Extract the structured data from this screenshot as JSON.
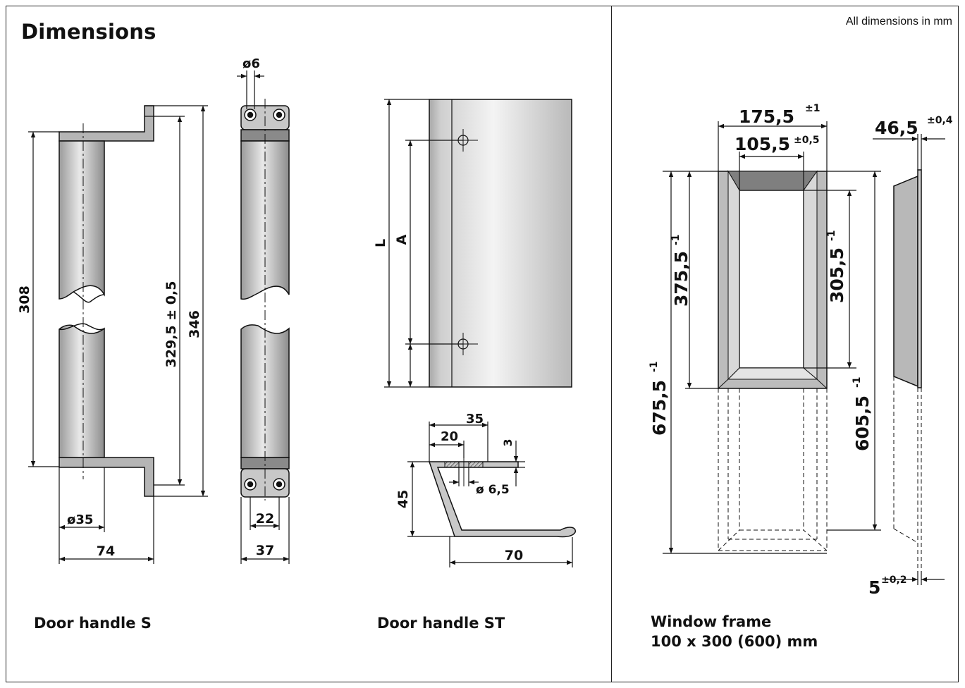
{
  "header": {
    "title": "Dimensions",
    "units_note": "All dimensions in mm"
  },
  "captions": {
    "handle_s": "Door handle S",
    "handle_st": "Door handle ST",
    "window_line1": "Window frame",
    "window_line2": "100 x 300 (600) mm"
  },
  "dims": {
    "d308": "308",
    "d3295": "329,5 ± 0,5",
    "d346": "346",
    "d35": "ø35",
    "d74": "74",
    "d6": "ø6",
    "d22": "22",
    "d37": "37",
    "L": "L",
    "A": "A",
    "st35": "35",
    "st20": "20",
    "st3": "3",
    "st45": "45",
    "st65": "ø 6,5",
    "st70": "70",
    "w1755": "175,5",
    "w1755tol": "±1",
    "w1055": "105,5",
    "w1055tol": "±0,5",
    "w465": "46,5",
    "w465tol": "±0,4",
    "w3755": "375,5",
    "w3755tol": "-1",
    "w3055": "305,5",
    "w3055tol": "-1",
    "w6755": "675,5",
    "w6755tol": "-1",
    "w6055": "605,5",
    "w6055tol": "-1",
    "w5": "5",
    "w5tol": "±0,2"
  }
}
